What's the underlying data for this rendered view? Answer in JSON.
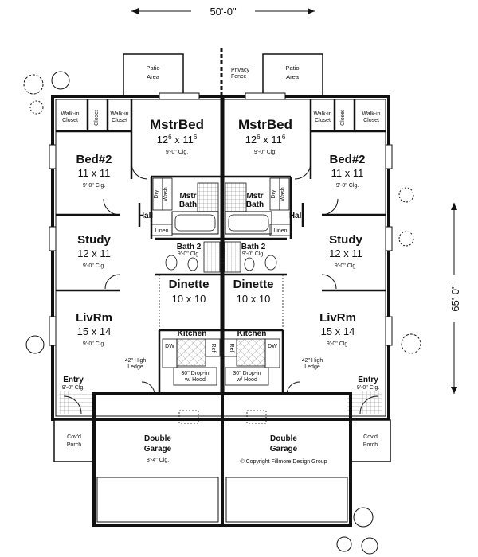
{
  "dimensions": {
    "width": "50'-0\"",
    "depth": "65'-0\""
  },
  "labels": {
    "patio": [
      "Patio",
      "Area"
    ],
    "privacy_fence": [
      "Privacy",
      "Fence"
    ],
    "walk_in_closet": [
      "Walk-in",
      "Closet"
    ],
    "closet": "Closet",
    "mstr_bed": "MstrBed",
    "mstr_bed_dim_base": "12",
    "mstr_bed_dim_sup": "6",
    "mstr_bed_dim_mid": " x 11",
    "ceiling_9": "9'-0\" Clg.",
    "bed2": "Bed#2",
    "bed2_dim": "11 x 11",
    "dry": "Dry",
    "wash": "Wash",
    "mstr_bath": [
      "Mstr",
      "Bath"
    ],
    "hall": "Hall",
    "linen": "Linen",
    "bath2": "Bath 2",
    "study": "Study",
    "study_dim": "12 x 11",
    "dinette": "Dinette",
    "dinette_dim": "10 x 10",
    "livrm": "LivRm",
    "livrm_dim": "15 x 14",
    "kitchen": "Kitchen",
    "dw": "DW",
    "ref": "Ref",
    "range": [
      "30\" Drop-in",
      "w/ Hood"
    ],
    "ledge": [
      "42\" High",
      "Ledge"
    ],
    "entry": "Entry",
    "porch": [
      "Cov'd",
      "Porch"
    ],
    "garage": [
      "Double",
      "Garage"
    ],
    "garage_clg": "8'-4\" Clg.",
    "copyright": "© Copyright Fillmore Design Group"
  }
}
